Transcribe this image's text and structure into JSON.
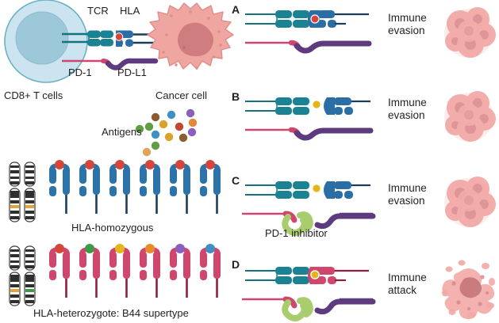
{
  "figure": {
    "title_visible": false,
    "left_panel": {
      "t_cell_label": "CD8+ T cells",
      "cancer_cell_label": "Cancer cell",
      "tcr_label": "TCR",
      "hla_label": "HLA",
      "pd1_label": "PD-1",
      "pdl1_label": "PD-L1",
      "antigens_label": "Antigens",
      "homozygous_label": "HLA-homozygous",
      "heterozygous_label": "HLA-heterozygote: B44 supertype",
      "antigen_cloud_colors": [
        "#8c5b2f",
        "#3d8fc4",
        "#8b5fbf",
        "#5f9e45",
        "#d8a32c",
        "#3d8fc4",
        "#c4452f",
        "#e08a3c",
        "#d8a32c",
        "#8b5fbf",
        "#5f9e45",
        "#8c5b2f",
        "#e0a35c"
      ],
      "homozygous_antigen_colors": [
        "#d6453a",
        "#d6453a",
        "#d6453a",
        "#d6453a",
        "#d6453a",
        "#d6453a"
      ],
      "heterozygous_antigen_colors": [
        "#d6453a",
        "#3f9a46",
        "#e5b418",
        "#e98b2a",
        "#8b5fbf",
        "#3d8fc4"
      ],
      "homozygous_hla_color": "#2b73a8",
      "heterozygous_hla_color": "#d0466c",
      "chromosome_band_homozygous": [
        "#e8a23c",
        "#e8a23c"
      ],
      "chromosome_band_heterozygous": [
        "#e8a23c",
        "#3f9a46"
      ]
    },
    "panels": [
      {
        "letter": "A",
        "outcome": "Immune\nevasion",
        "tcr_hla_bound": true,
        "antigen_color": "#d6453a",
        "hla_color": "#2b73a8",
        "tcr_color": "#1a7f8e",
        "pd1_color": "#d0466c",
        "pdl1_color": "#5e3a7e",
        "pd1_inhibitor": false,
        "tumor_state": "intact"
      },
      {
        "letter": "B",
        "outcome": "Immune\nevasion",
        "tcr_hla_bound": false,
        "antigen_color": "#e5b418",
        "hla_color": "#2b73a8",
        "tcr_color": "#1a7f8e",
        "pd1_color": "#d0466c",
        "pdl1_color": "#5e3a7e",
        "pd1_inhibitor": false,
        "tumor_state": "intact"
      },
      {
        "letter": "C",
        "outcome": "Immune\nevasion",
        "tcr_hla_bound": false,
        "antigen_color": "#e5b418",
        "hla_color": "#2b73a8",
        "tcr_color": "#1a7f8e",
        "pd1_color": "#d0466c",
        "pdl1_color": "#5e3a7e",
        "pd1_inhibitor": true,
        "pd1_inhibitor_label": "PD-1 inhibitor",
        "pd1_inhibitor_color": "#a8cc6e",
        "tumor_state": "intact"
      },
      {
        "letter": "D",
        "outcome": "Immune\nattack",
        "tcr_hla_bound": true,
        "antigen_color": "#e5b418",
        "hla_color": "#d0466c",
        "tcr_color": "#1a7f8e",
        "pd1_color": "#d0466c",
        "pdl1_color": "#5e3a7e",
        "pd1_inhibitor": true,
        "tumor_state": "lysed"
      }
    ],
    "colors": {
      "t_cell_fill": "#cbe4ef",
      "t_cell_stroke": "#5fa9bf",
      "t_cell_nucleus": "#9cc7d8",
      "cancer_cell_fill": "#efa5a0",
      "cancer_cell_stroke": "#e08d8a",
      "cancer_nucleus": "#cf7d7f",
      "tumor_cluster_fill": "#f2aaa7",
      "tumor_cluster_nucleus": "#d98a8c",
      "text": "#231f20"
    }
  }
}
